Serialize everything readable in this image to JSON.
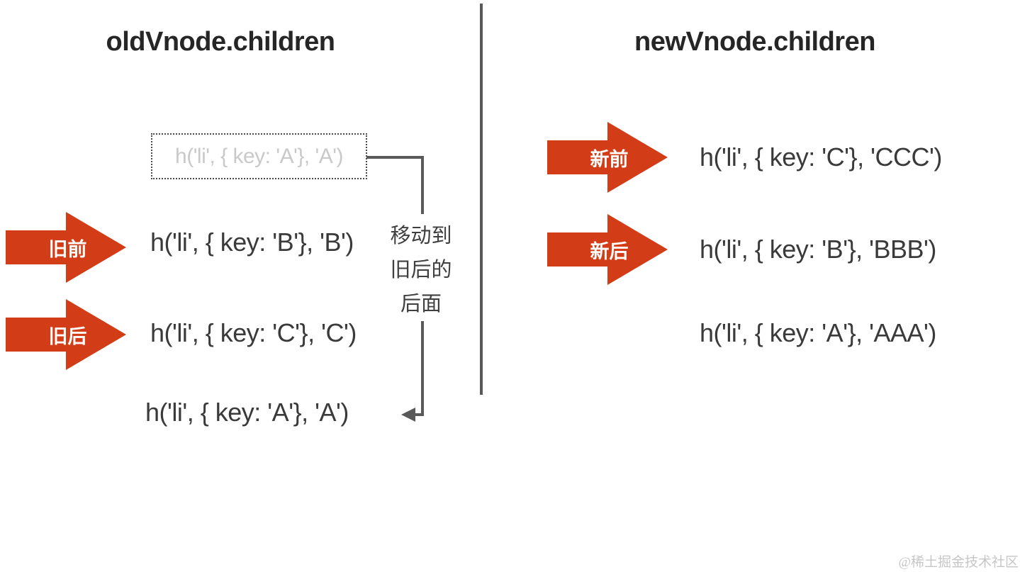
{
  "colors": {
    "accent_red": "#d23c16",
    "line_gray": "#595959",
    "code_text": "#3a3a3a",
    "title_text": "#262626",
    "ghost_gray": "#c9c9c9",
    "watermark_gray": "#c6c6c6"
  },
  "left_panel": {
    "title": "oldVnode.children",
    "ghost_node": "h('li', { key: 'A'}, 'A')",
    "pointer_front_label": "旧前",
    "pointer_back_label": "旧后",
    "node_b": "h('li', { key: 'B'}, 'B')",
    "node_c": "h('li', { key: 'C'}, 'C')",
    "node_a": "h('li', { key: 'A'}, 'A')",
    "move_note": {
      "line1": "移动到",
      "line2": "旧后的",
      "line3": "后面"
    }
  },
  "right_panel": {
    "title": "newVnode.children",
    "pointer_front_label": "新前",
    "pointer_back_label": "新后",
    "node_c": "h('li', { key: 'C'}, 'CCC')",
    "node_b": "h('li', { key: 'B'}, 'BBB')",
    "node_a": "h('li', { key: 'A'}, 'AAA')"
  },
  "watermark": "@稀土掘金技术社区"
}
